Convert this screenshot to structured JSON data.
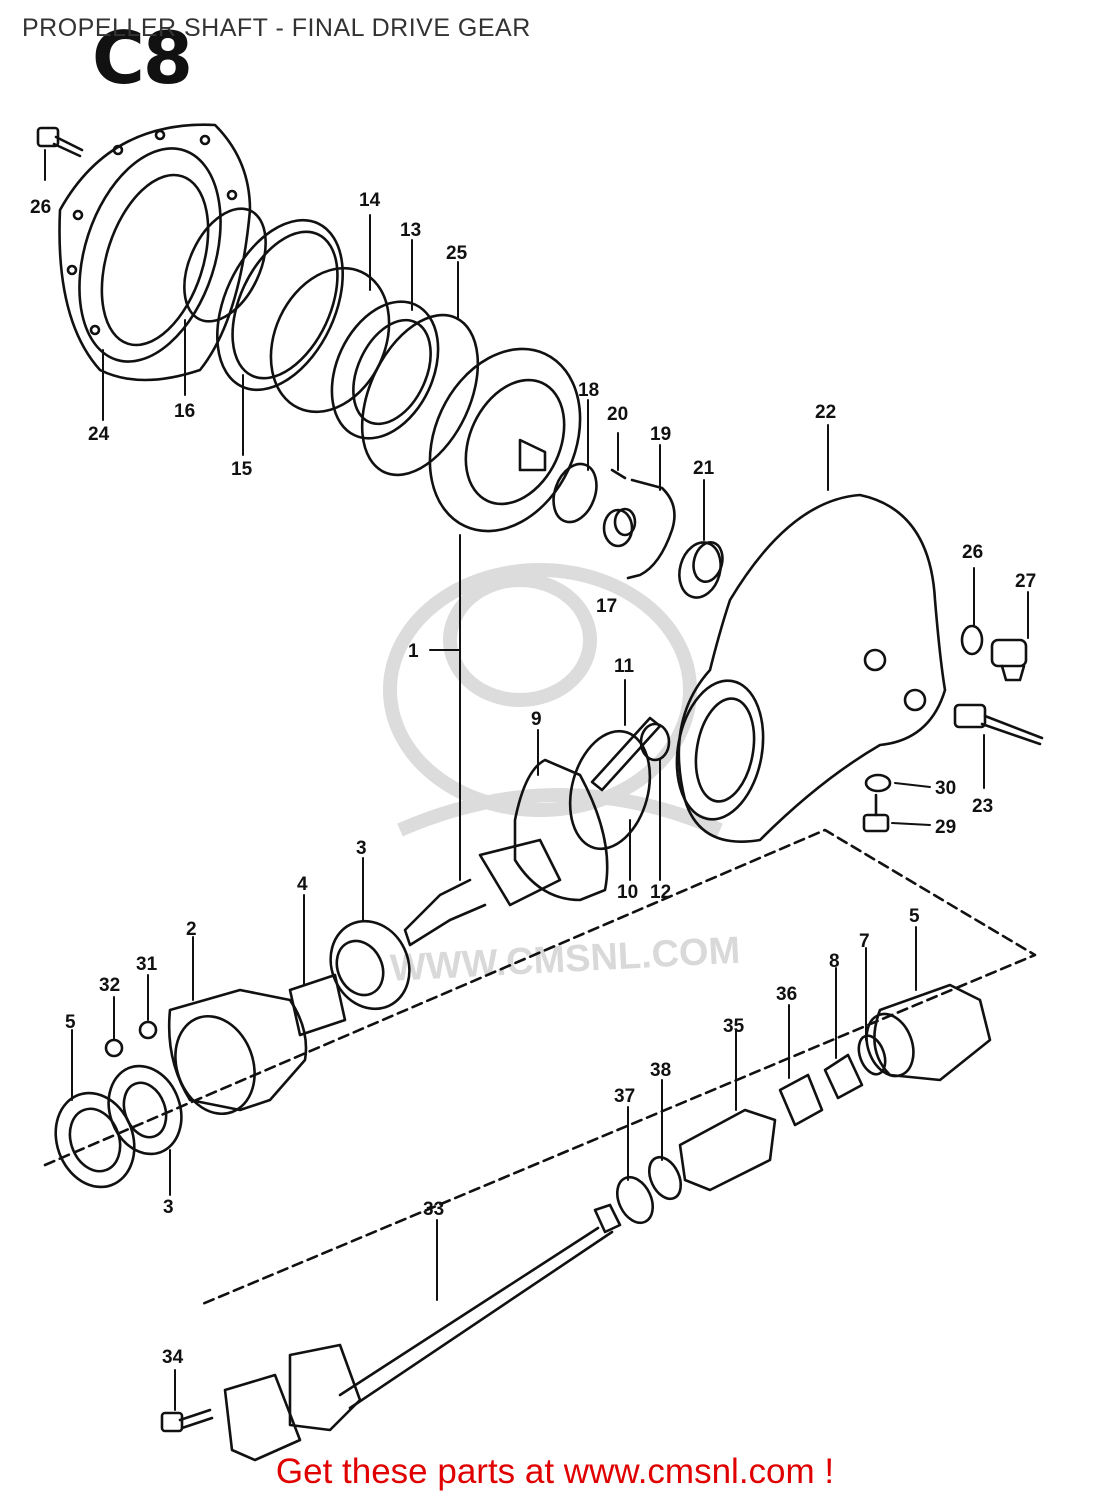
{
  "page": {
    "title": "PROPELLER SHAFT - FINAL DRIVE GEAR",
    "section_code": "C8",
    "footer_banner": "Get these parts at www.cmsnl.com !",
    "watermark_url": "WWW.CMSNL.COM"
  },
  "parts": [
    {
      "id": "p1",
      "label": "1"
    },
    {
      "id": "p2",
      "label": "2"
    },
    {
      "id": "p3a",
      "label": "3"
    },
    {
      "id": "p3b",
      "label": "3"
    },
    {
      "id": "p4",
      "label": "4"
    },
    {
      "id": "p5a",
      "label": "5"
    },
    {
      "id": "p5b",
      "label": "5"
    },
    {
      "id": "p7",
      "label": "7"
    },
    {
      "id": "p8",
      "label": "8"
    },
    {
      "id": "p9",
      "label": "9"
    },
    {
      "id": "p10",
      "label": "10"
    },
    {
      "id": "p11",
      "label": "11"
    },
    {
      "id": "p12",
      "label": "12"
    },
    {
      "id": "p13",
      "label": "13"
    },
    {
      "id": "p14",
      "label": "14"
    },
    {
      "id": "p15",
      "label": "15"
    },
    {
      "id": "p16",
      "label": "16"
    },
    {
      "id": "p17",
      "label": "17"
    },
    {
      "id": "p18",
      "label": "18"
    },
    {
      "id": "p19",
      "label": "19"
    },
    {
      "id": "p20",
      "label": "20"
    },
    {
      "id": "p21",
      "label": "21"
    },
    {
      "id": "p22",
      "label": "22"
    },
    {
      "id": "p23",
      "label": "23"
    },
    {
      "id": "p24",
      "label": "24"
    },
    {
      "id": "p25",
      "label": "25"
    },
    {
      "id": "p26a",
      "label": "26"
    },
    {
      "id": "p26b",
      "label": "26"
    },
    {
      "id": "p27",
      "label": "27"
    },
    {
      "id": "p29",
      "label": "29"
    },
    {
      "id": "p30",
      "label": "30"
    },
    {
      "id": "p31",
      "label": "31"
    },
    {
      "id": "p32",
      "label": "32"
    },
    {
      "id": "p33",
      "label": "33"
    },
    {
      "id": "p34",
      "label": "34"
    },
    {
      "id": "p35",
      "label": "35"
    },
    {
      "id": "p36",
      "label": "36"
    },
    {
      "id": "p37",
      "label": "37"
    },
    {
      "id": "p38",
      "label": "38"
    }
  ],
  "colors": {
    "line": "#111111",
    "title": "#333333",
    "footer": "#e00000",
    "watermark": "#d9d9d9"
  }
}
